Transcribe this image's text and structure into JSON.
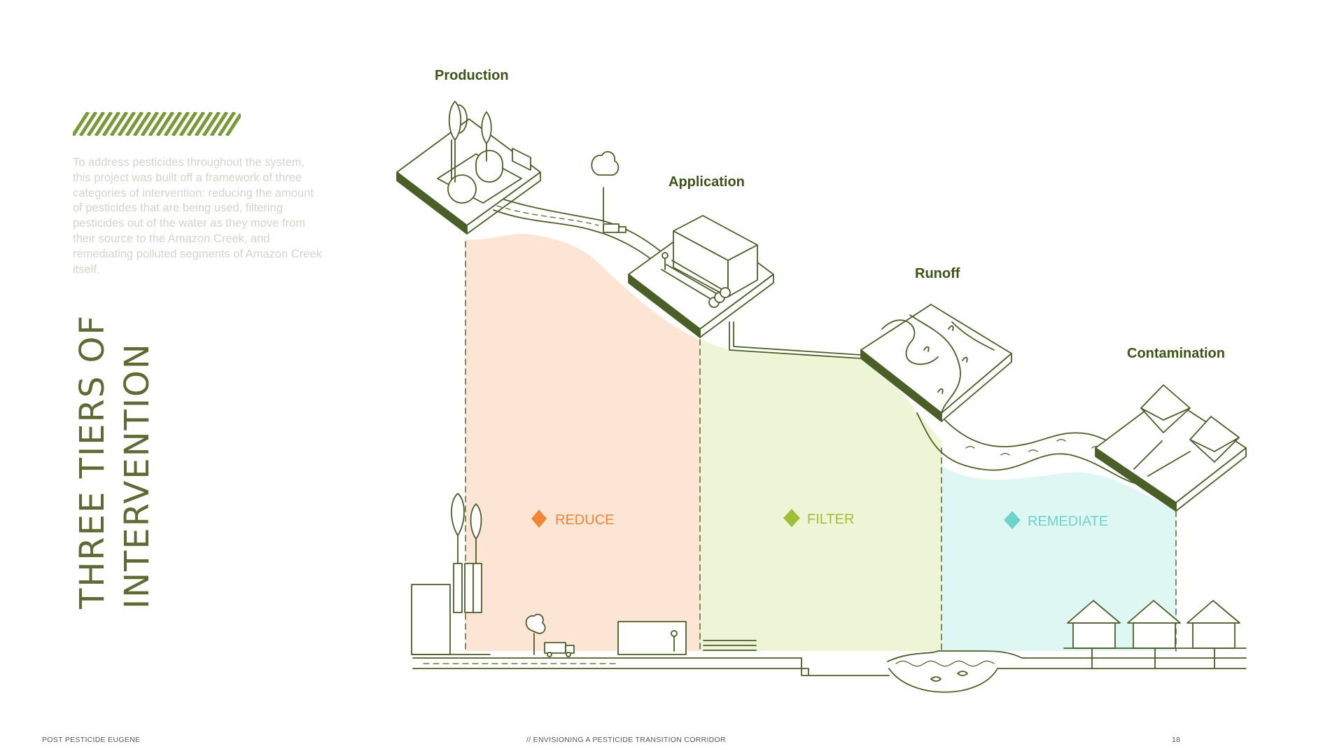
{
  "intro_text": "To address pesticides throughout the system, this project was built off a framework of three categories of intervention: reducing the amount of pesticides that are being used, filtering pesticides out of the water as they move from their source to the Amazon Creek, and remediating polluted segments of Amazon Creek itself.",
  "title_lines": [
    "THREE TIERS OF",
    "INTERVENTION"
  ],
  "stages": {
    "production": "Production",
    "application": "Application",
    "runoff": "Runoff",
    "contamination": "Contamination"
  },
  "tiers": [
    {
      "label": "REDUCE",
      "color": "#f28433",
      "fill": "#fde5d6"
    },
    {
      "label": "FILTER",
      "color": "#9fbf3a",
      "fill": "#eef4d6"
    },
    {
      "label": "REMEDIATE",
      "color": "#6fd4c8",
      "fill": "#dff7f3"
    }
  ],
  "colors": {
    "line": "#4a5e28",
    "accent_green": "#7a9a3a",
    "title": "#5e6a34"
  },
  "footer": {
    "left": "POST PESTICIDE EUGENE",
    "center": "// ENVISIONING A PESTICIDE TRANSITION CORRIDOR",
    "page": "18"
  }
}
